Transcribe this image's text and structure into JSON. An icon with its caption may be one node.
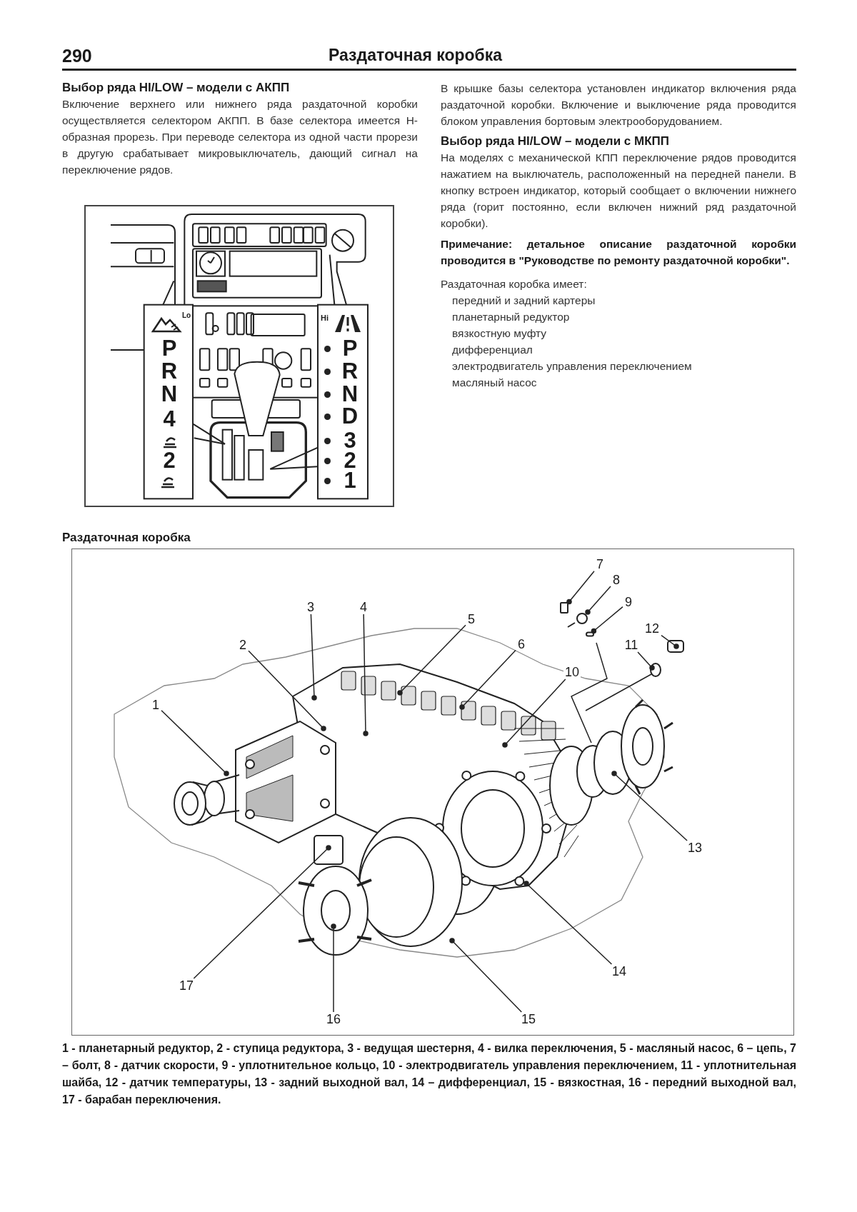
{
  "diagram": {
    "title": "Раздаточная коробка",
    "caption": "1 - планетарный редуктор, 2 - ступица редуктора, 3 - ведущая шестерня, 4 - вилка переключения, 5 - масляный насос, 6 – цепь, 7 – болт, 8 - датчик скорости, 9 - уплотнительное кольцо, 10 - электродвигатель управления переключением, 11 - уплотнительная шайба, 12 - датчик температуры, 13 - задний выходной вал, 14 – дифференциал, 15 - вязкостная, 16 - передний выходной вал, 17 - барабан переключения.",
    "nodes": [
      {
        "text": [
          "1"
        ]
      },
      {
        "text": [
          "2"
        ]
      },
      {
        "text": [
          "3"
        ]
      },
      {
        "text": [
          "4"
        ]
      },
      {
        "text": [
          "5"
        ]
      },
      {
        "text": [
          "6"
        ]
      },
      {
        "text": [
          "7"
        ]
      },
      {
        "text": [
          "8"
        ]
      },
      {
        "text": [
          "9"
        ]
      },
      {
        "text": [
          "10"
        ]
      },
      {
        "text": [
          "11"
        ]
      },
      {
        "text": [
          "12"
        ]
      },
      {
        "text": [
          "13"
        ]
      },
      {
        "text": [
          "14"
        ]
      },
      {
        "text": [
          "15"
        ]
      },
      {
        "text": [
          "16"
        ]
      },
      {
        "text": [
          "17"
        ]
      },
      {
        "text": [],
        "shape": "box"
      },
      {
        "text": [],
        "shape": "circle"
      },
      {
        "text": [],
        "shape": "circle"
      }
    ],
    "edges": [
      {
        "from": 0,
        "to": null,
        "arrow": "other"
      },
      {
        "from": 1,
        "to": null,
        "arrow": "other"
      },
      {
        "from": 2,
        "to": null,
        "arrow": "other"
      },
      {
        "from": 3,
        "to": null,
        "arrow": "other"
      },
      {
        "from": 4,
        "to": null,
        "arrow": "other"
      },
      {
        "from": 5,
        "to": null,
        "arrow": "other"
      },
      {
        "from": 6,
        "to": 17,
        "arrow": "other"
      },
      {
        "from": 7,
        "to": 18,
        "arrow": "other"
      },
      {
        "from": 8,
        "to": 19,
        "arrow": "other"
      },
      {
        "from": 9,
        "to": null,
        "arrow": "other"
      },
      {
        "from": 10,
        "to": null,
        "arrow": "other"
      },
      {
        "from": 11,
        "to": null,
        "arrow": "other"
      },
      {
        "from": 12,
        "to": null,
        "arrow": "other"
      },
      {
        "from": 13,
        "to": null,
        "arrow": "other"
      },
      {
        "from": 14,
        "to": null,
        "arrow": "other"
      },
      {
        "from": 15,
        "to": null,
        "arrow": "other"
      },
      {
        "from": 16,
        "to": null,
        "arrow": "other"
      }
    ],
    "labels": [
      "290",
      "Выбор ряда HI/LOW – модели с АКПП",
      "Включение верхнего или нижнего ряда раздаточной коробки осуществляется селектором АКПП. В базе селектора имеется Н-образная прорезь. При переводе селектора из одной части прорези в другую срабатывает микровыключатель, дающий сигнал на переключение рядов.",
      "В крышке базы селектора установлен индикатор включения ряда раздаточной коробки. Включение и выключение ряда проводится блоком управления бортовым электрооборудованием.",
      "Выбор ряда HI/LOW – модели с МКПП",
      "На моделях с механической КПП переключение рядов проводится нажатием на выключатель, расположенный на передней панели. В кнопку встроен индикатор, который сообщает о включении нижнего ряда (горит постоянно, если включен нижний ряд раздаточной коробки).",
      "Примечание: детальное описание раздаточной коробки проводится в \"Руководстве по ремонту раздаточной коробки\".",
      "Раздаточная коробка имеет:",
      "передний и задний картеры",
      "планетарный редуктор",
      "вязкостную муфту",
      "дифференциал",
      "электродвигатель управления переключением",
      "масляный насос",
      "Lo",
      "Hi",
      "P",
      "R",
      "N",
      "4",
      "2",
      "P",
      "R",
      "N",
      "D",
      "3",
      "2",
      "1",
      "Раздаточная коробка"
    ]
  }
}
